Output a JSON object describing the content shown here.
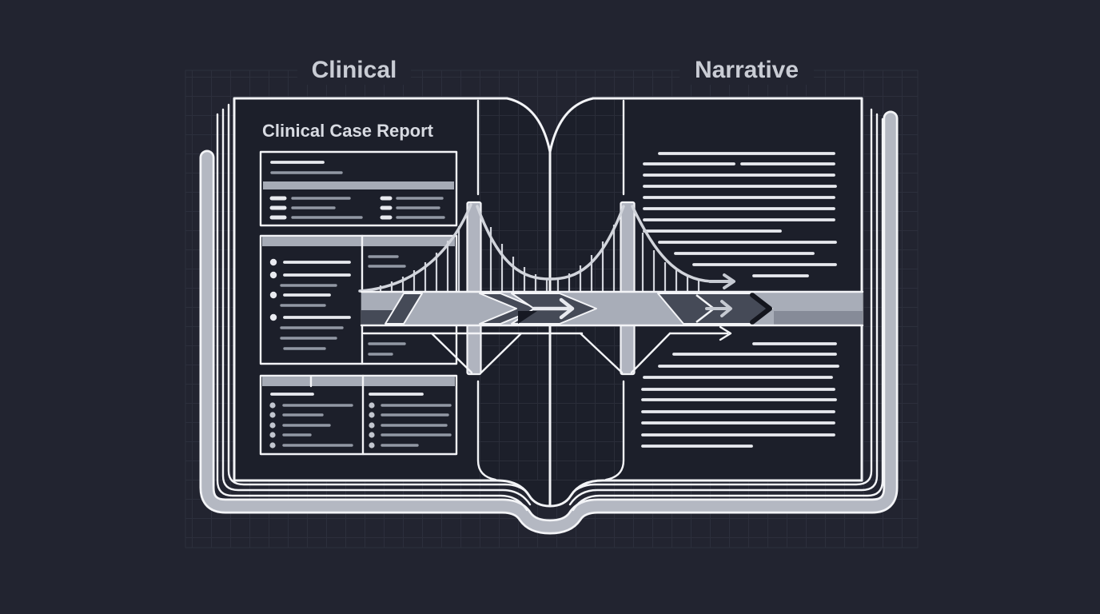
{
  "illustration": {
    "left_label": "Clinical",
    "right_label": "Narrative",
    "page_heading": "Clinical Case Report"
  },
  "colors": {
    "bg": "#222430",
    "grid": "#2c2f3c",
    "page": "#1c1f2a",
    "outline": "#f3f4f7",
    "cover": "#b4b8c2",
    "band": "#a6abb6",
    "title": "#c9ccd4",
    "heading": "#d8dbe2",
    "line-bright": "#e8eaef",
    "line-gray": "#9298a4",
    "road": "#a8adb8",
    "road-dark": "#454a57",
    "road-mid": "#868b98",
    "cable": "#d2d5dc",
    "tower": "#b0b4bf"
  }
}
